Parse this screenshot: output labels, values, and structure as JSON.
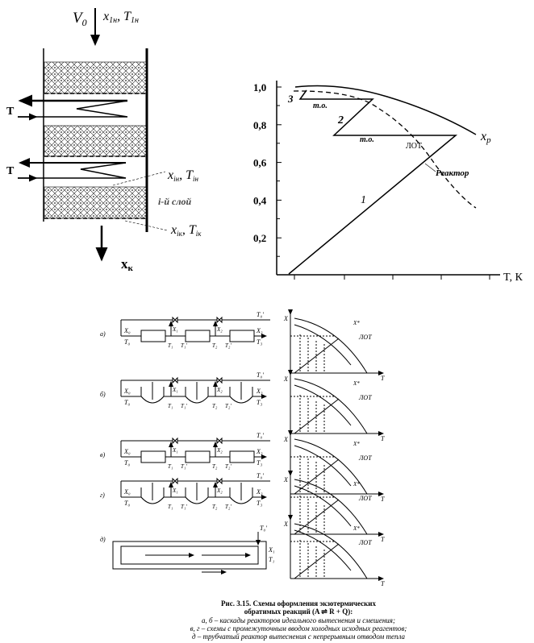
{
  "reactor": {
    "inlet_v": "V",
    "inlet_v_sub": "0",
    "inlet_label": "x",
    "inlet_label_sub": "1н",
    "inlet_t": ", T",
    "inlet_t_sub": "1н",
    "coolant_1": "T",
    "coolant_2": "T",
    "layer_in": "x",
    "layer_in_sub": "iн",
    "layer_in_t": ", T",
    "layer_in_t_sub": "iн",
    "layer_name": "i-й слой",
    "layer_out": "x",
    "layer_out_sub": "iк",
    "layer_out_t": ", T",
    "layer_out_t_sub": "iк",
    "outlet": "x",
    "outlet_sub": "к"
  },
  "chart_data": {
    "type": "line",
    "xlabel": "T, К",
    "ylabel": "",
    "yticks": [
      "0,2",
      "0,4",
      "0,6",
      "0,8",
      "1,0"
    ],
    "ylim": [
      0,
      1.0
    ],
    "series": [
      {
        "name": "xp",
        "label": "x",
        "label_sub": "p",
        "style": "solid"
      },
      {
        "name": "ЛОТ",
        "label": "ЛОТ",
        "style": "dashed"
      }
    ],
    "annotations": {
      "stage_1": "1",
      "stage_2": "2",
      "stage_3": "3",
      "heat_exchange_1": "т.о.",
      "heat_exchange_2": "т.о.",
      "reactor": "Реактор"
    }
  },
  "schemes": [
    {
      "letter": "а)"
    },
    {
      "letter": "б)"
    },
    {
      "letter": "в)"
    },
    {
      "letter": "г)"
    },
    {
      "letter": "д)"
    }
  ],
  "scheme_labels": {
    "x0": "X₀",
    "t0": "T₀",
    "x1": "X₁",
    "x2": "X₂",
    "x3": "X₃",
    "t1": "T₁",
    "t1p": "T₁′",
    "t2": "T₂",
    "t2p": "T₂′",
    "t3": "T₃",
    "t0p": "T₀′",
    "chart_x": "X",
    "chart_t": "T",
    "x_eq": "X*",
    "lot": "ЛОТ"
  },
  "caption": {
    "title_1": "Рис. 3.15. Схемы оформления экзотермических",
    "title_2": "обратимых реакций (A ⇌ R + Q):",
    "line_1": "а, б – каскады реакторов идеального вытеснения и смешения;",
    "line_2": "в, г – схемы с промежуточным вводом холодных исходных реагентов;",
    "line_3": "д – трубчатый реактор вытеснения с непрерывным отводом тепла"
  }
}
